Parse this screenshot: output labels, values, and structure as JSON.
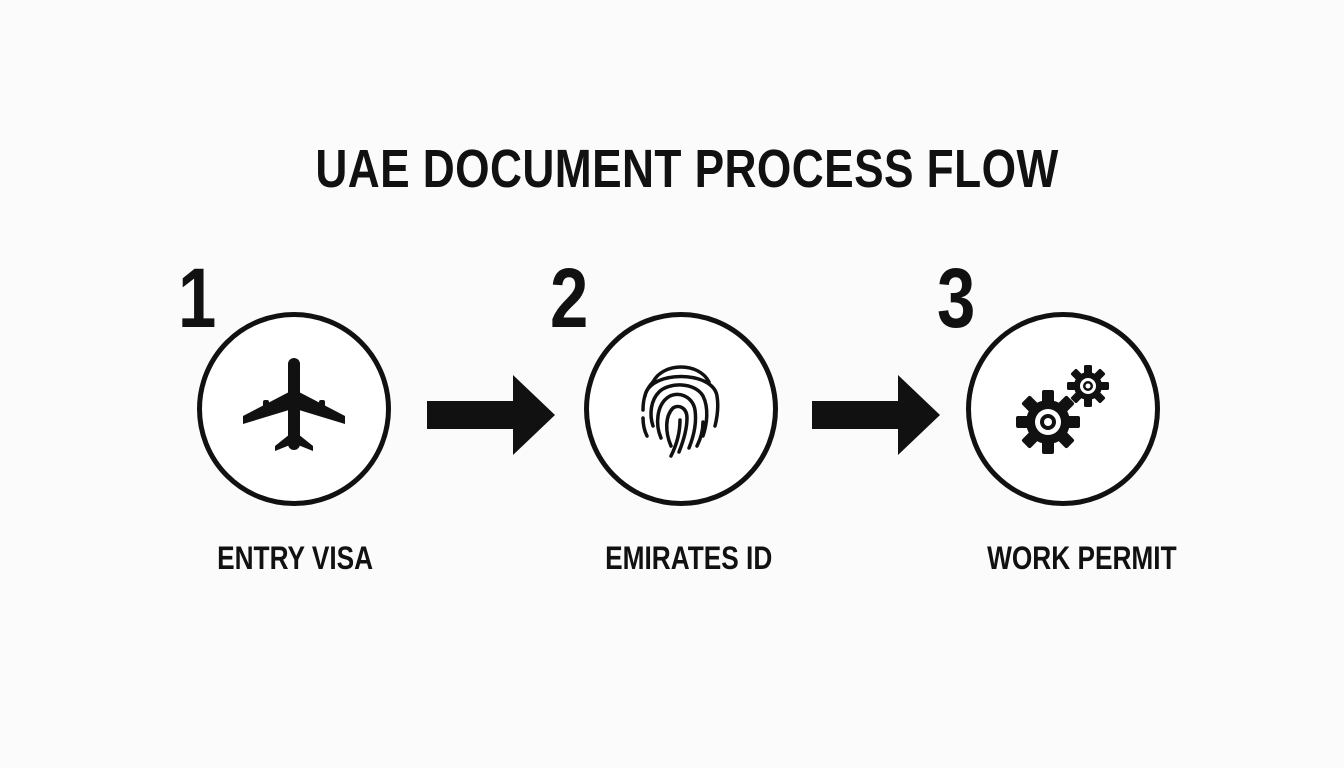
{
  "title": "UAE DOCUMENT PROCESS FLOW",
  "steps": [
    {
      "number": "1",
      "label": "ENTRY VISA",
      "icon": "airplane-icon"
    },
    {
      "number": "2",
      "label": "EMIRATES ID",
      "icon": "fingerprint-icon"
    },
    {
      "number": "3",
      "label": "WORK PERMIT",
      "icon": "gears-icon"
    }
  ],
  "colors": {
    "ink": "#111111",
    "background": "#fbfbfb"
  }
}
